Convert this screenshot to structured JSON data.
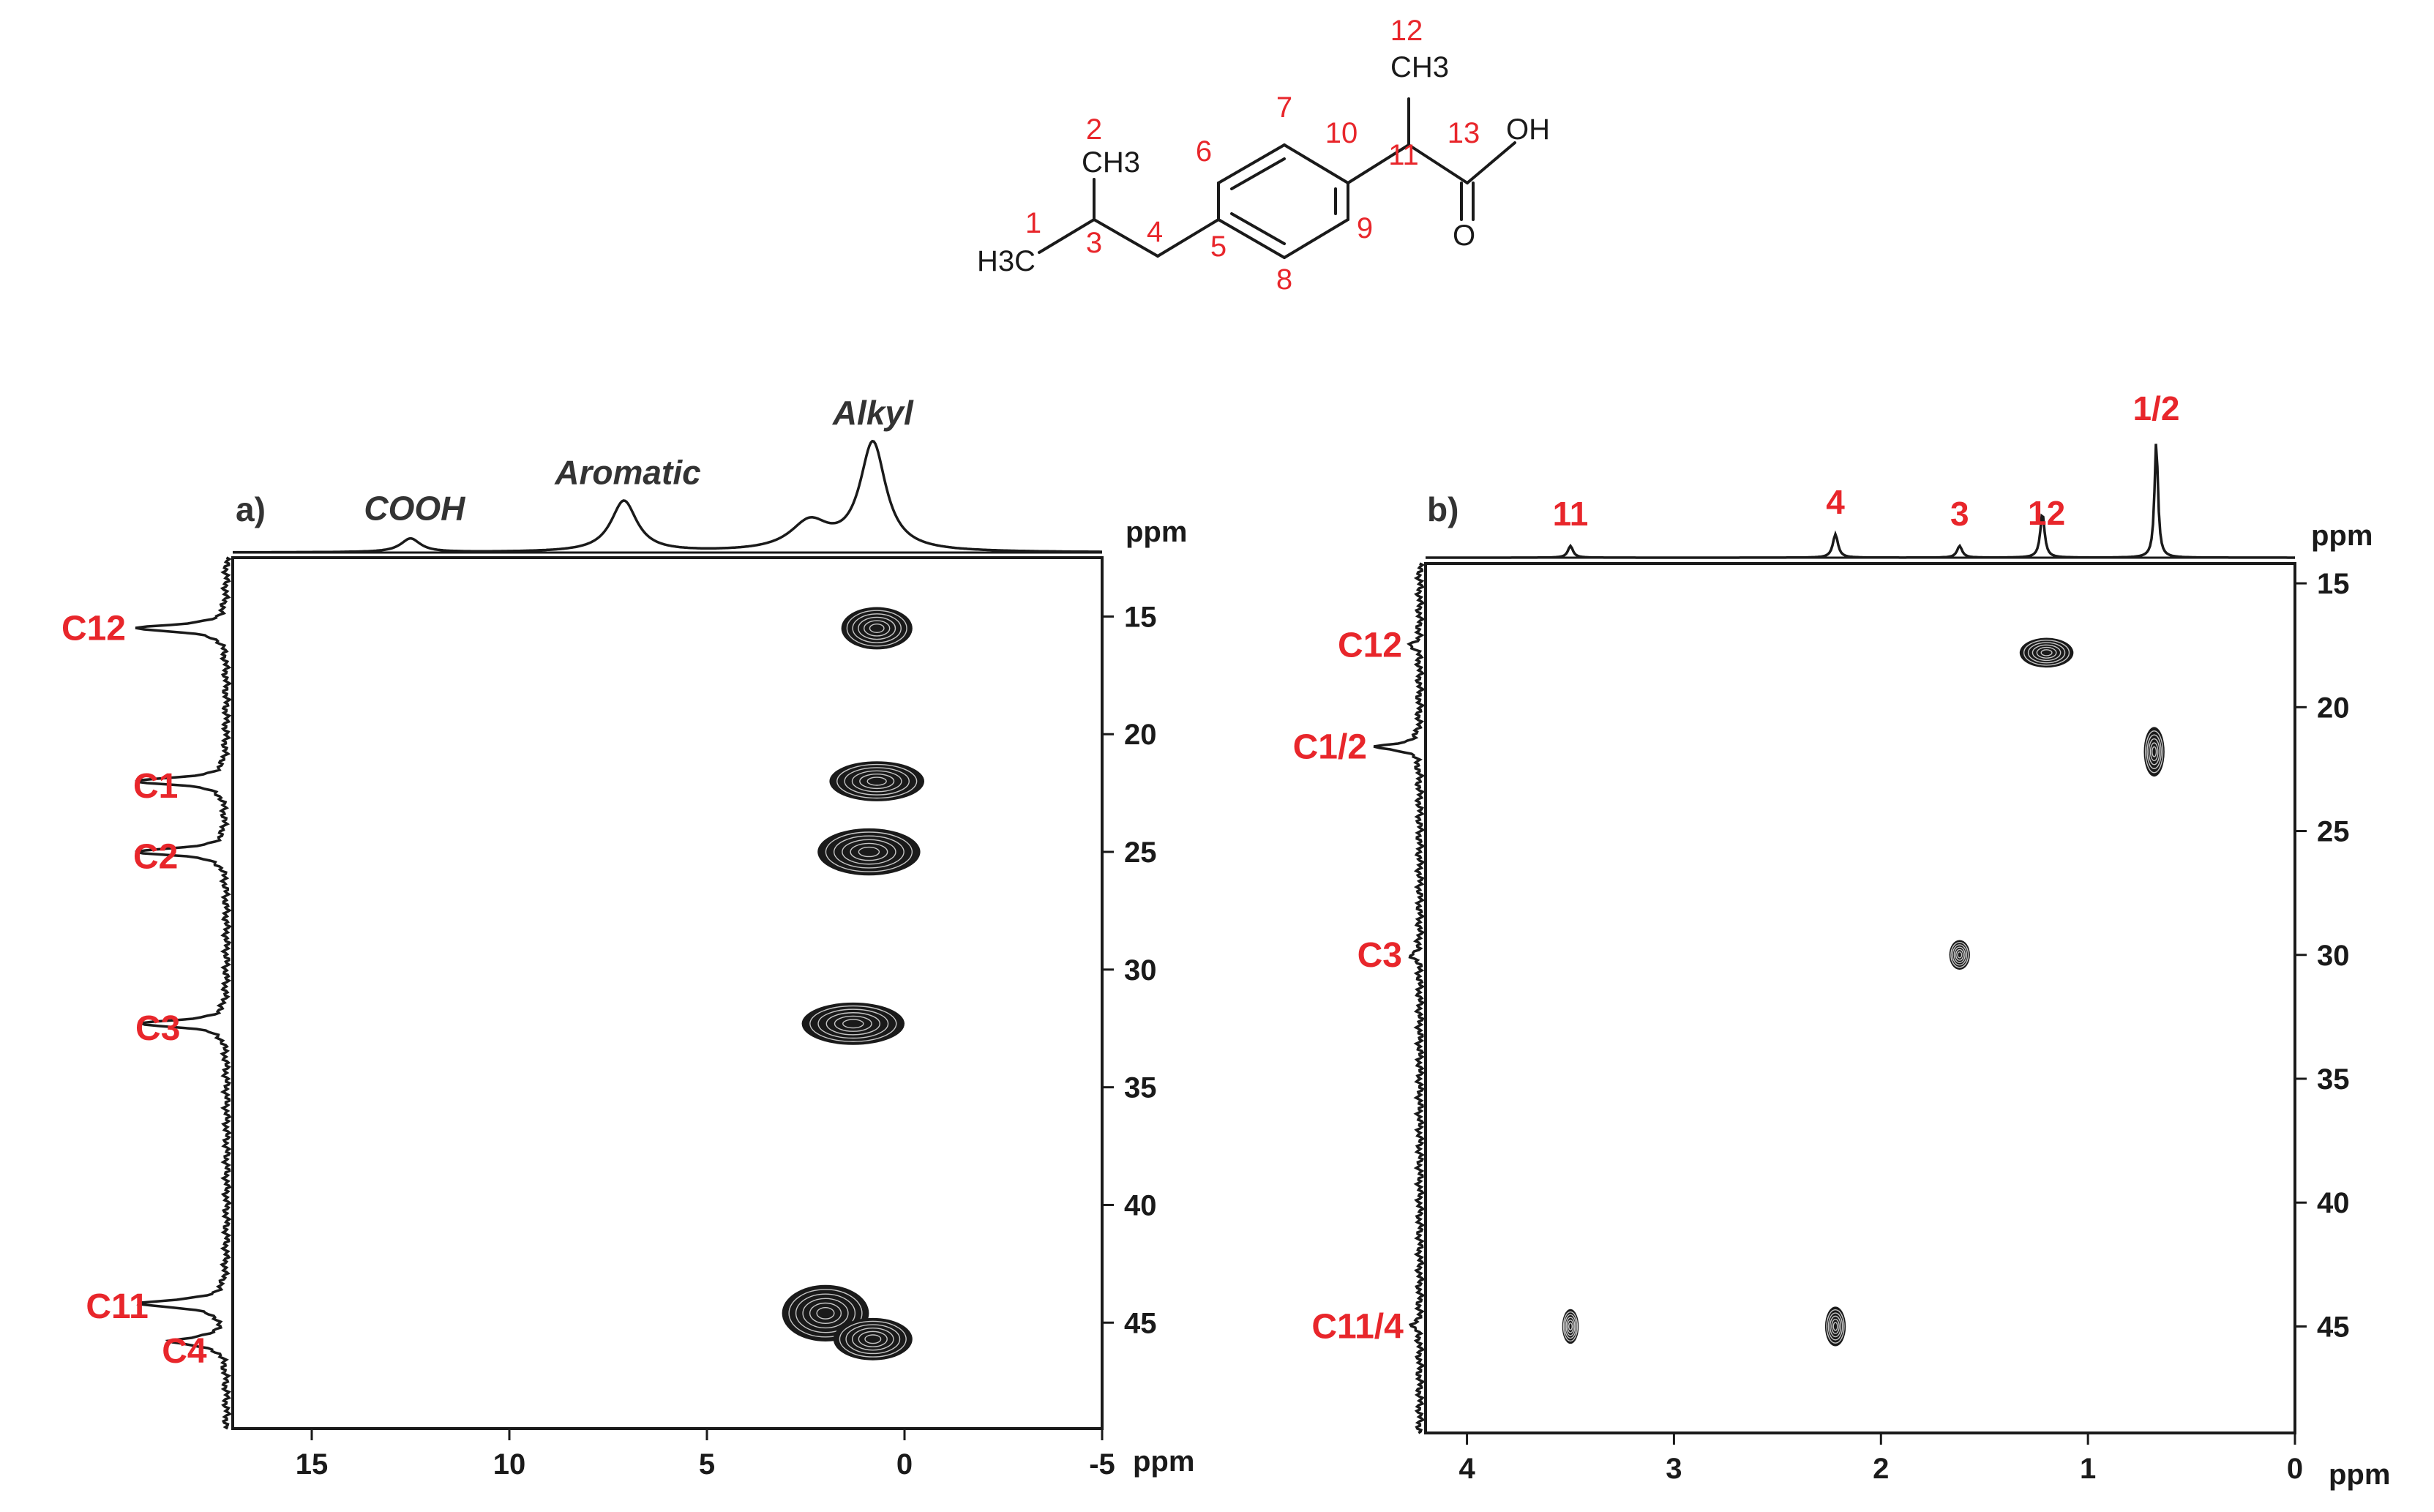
{
  "colors": {
    "ink": "#1a1a1a",
    "label": "#e8262b"
  },
  "molecule": {
    "atoms": {
      "ch3_top": "CH3",
      "ch3_left": "CH3",
      "h3c": "H3C",
      "oh": "OH",
      "o": "O"
    },
    "numbers": [
      "1",
      "2",
      "3",
      "4",
      "5",
      "6",
      "7",
      "8",
      "9",
      "10",
      "11",
      "12",
      "13"
    ]
  },
  "chart_data": [
    {
      "type": "heatmap",
      "panel_label": "a)",
      "xlabel": "ppm",
      "ylabel": "ppm",
      "xlim": [
        17,
        -5
      ],
      "ylim": [
        12.5,
        49.5
      ],
      "x_ticks": [
        15,
        10,
        5,
        0,
        -5
      ],
      "y_ticks": [
        15,
        20,
        25,
        30,
        35,
        40,
        45
      ],
      "top_spectrum_labels": [
        {
          "text": "COOH",
          "x": 12.4
        },
        {
          "text": "Aromatic",
          "x": 7.0
        },
        {
          "text": "Alkyl",
          "x": 0.8
        }
      ],
      "top_spectrum_peaks": [
        {
          "x": 12.5,
          "height": 0.12,
          "width": 0.6
        },
        {
          "x": 7.1,
          "height": 0.45,
          "width": 0.8
        },
        {
          "x": 2.4,
          "height": 0.25,
          "width": 1.2
        },
        {
          "x": 0.8,
          "height": 0.95,
          "width": 0.8
        }
      ],
      "side_spectrum_labels": [
        {
          "text": "C12",
          "y": 15.5
        },
        {
          "text": "C1",
          "y": 22.2
        },
        {
          "text": "C2",
          "y": 25.2
        },
        {
          "text": "C3",
          "y": 32.5
        },
        {
          "text": "C11",
          "y": 44.3
        },
        {
          "text": "C4",
          "y": 46.2
        }
      ],
      "side_spectrum_peaks": [
        {
          "y": 15.5,
          "height": 0.9,
          "width": 0.35
        },
        {
          "y": 22.0,
          "height": 0.9,
          "width": 0.35
        },
        {
          "y": 25.0,
          "height": 0.9,
          "width": 0.35
        },
        {
          "y": 32.3,
          "height": 0.85,
          "width": 0.35
        },
        {
          "y": 44.2,
          "height": 0.85,
          "width": 0.4
        },
        {
          "y": 45.8,
          "height": 0.55,
          "width": 0.4
        }
      ],
      "cross_peaks": [
        {
          "x": 0.7,
          "y": 15.5,
          "rx": 0.9,
          "ry": 0.9
        },
        {
          "x": 0.7,
          "y": 22.0,
          "rx": 1.2,
          "ry": 0.85
        },
        {
          "x": 0.9,
          "y": 25.0,
          "rx": 1.3,
          "ry": 1.0
        },
        {
          "x": 1.3,
          "y": 32.3,
          "rx": 1.3,
          "ry": 0.9
        },
        {
          "x": 2.0,
          "y": 44.6,
          "rx": 1.1,
          "ry": 1.2
        },
        {
          "x": 0.8,
          "y": 45.7,
          "rx": 1.0,
          "ry": 0.9
        }
      ]
    },
    {
      "type": "heatmap",
      "panel_label": "b)",
      "xlabel": "ppm",
      "ylabel": "ppm",
      "xlim": [
        4.2,
        0
      ],
      "ylim": [
        14.2,
        49.3
      ],
      "x_ticks": [
        4,
        3,
        2,
        1,
        0
      ],
      "y_ticks": [
        15,
        20,
        25,
        30,
        35,
        40,
        45
      ],
      "top_spectrum_labels": [
        {
          "text": "11",
          "x": 3.5
        },
        {
          "text": "4",
          "x": 2.22
        },
        {
          "text": "3",
          "x": 1.62
        },
        {
          "text": "12",
          "x": 1.2
        },
        {
          "text": "1/2",
          "x": 0.67
        }
      ],
      "top_spectrum_peaks": [
        {
          "x": 3.5,
          "height": 0.1,
          "width": 0.03
        },
        {
          "x": 2.22,
          "height": 0.2,
          "width": 0.03
        },
        {
          "x": 1.62,
          "height": 0.1,
          "width": 0.03
        },
        {
          "x": 1.22,
          "height": 0.38,
          "width": 0.025
        },
        {
          "x": 0.67,
          "height": 1.0,
          "width": 0.02
        }
      ],
      "side_spectrum_labels": [
        {
          "text": "C12",
          "y": 17.5
        },
        {
          "text": "C1/2",
          "y": 21.6
        },
        {
          "text": "C3",
          "y": 30.0
        },
        {
          "text": "C11/4",
          "y": 45.0
        }
      ],
      "side_spectrum_peaks": [
        {
          "y": 17.5,
          "height": 0.2,
          "width": 0.3
        },
        {
          "y": 21.6,
          "height": 1.0,
          "width": 0.3
        },
        {
          "y": 30.0,
          "height": 0.2,
          "width": 0.3
        },
        {
          "y": 45.0,
          "height": 0.17,
          "width": 0.3
        }
      ],
      "cross_peaks": [
        {
          "x": 1.2,
          "y": 17.8,
          "rx": 0.13,
          "ry": 0.6
        },
        {
          "x": 0.68,
          "y": 21.8,
          "rx": 0.05,
          "ry": 1.0
        },
        {
          "x": 1.62,
          "y": 30.0,
          "rx": 0.05,
          "ry": 0.6
        },
        {
          "x": 3.5,
          "y": 45.0,
          "rx": 0.04,
          "ry": 0.7
        },
        {
          "x": 2.22,
          "y": 45.0,
          "rx": 0.05,
          "ry": 0.8
        }
      ]
    }
  ]
}
